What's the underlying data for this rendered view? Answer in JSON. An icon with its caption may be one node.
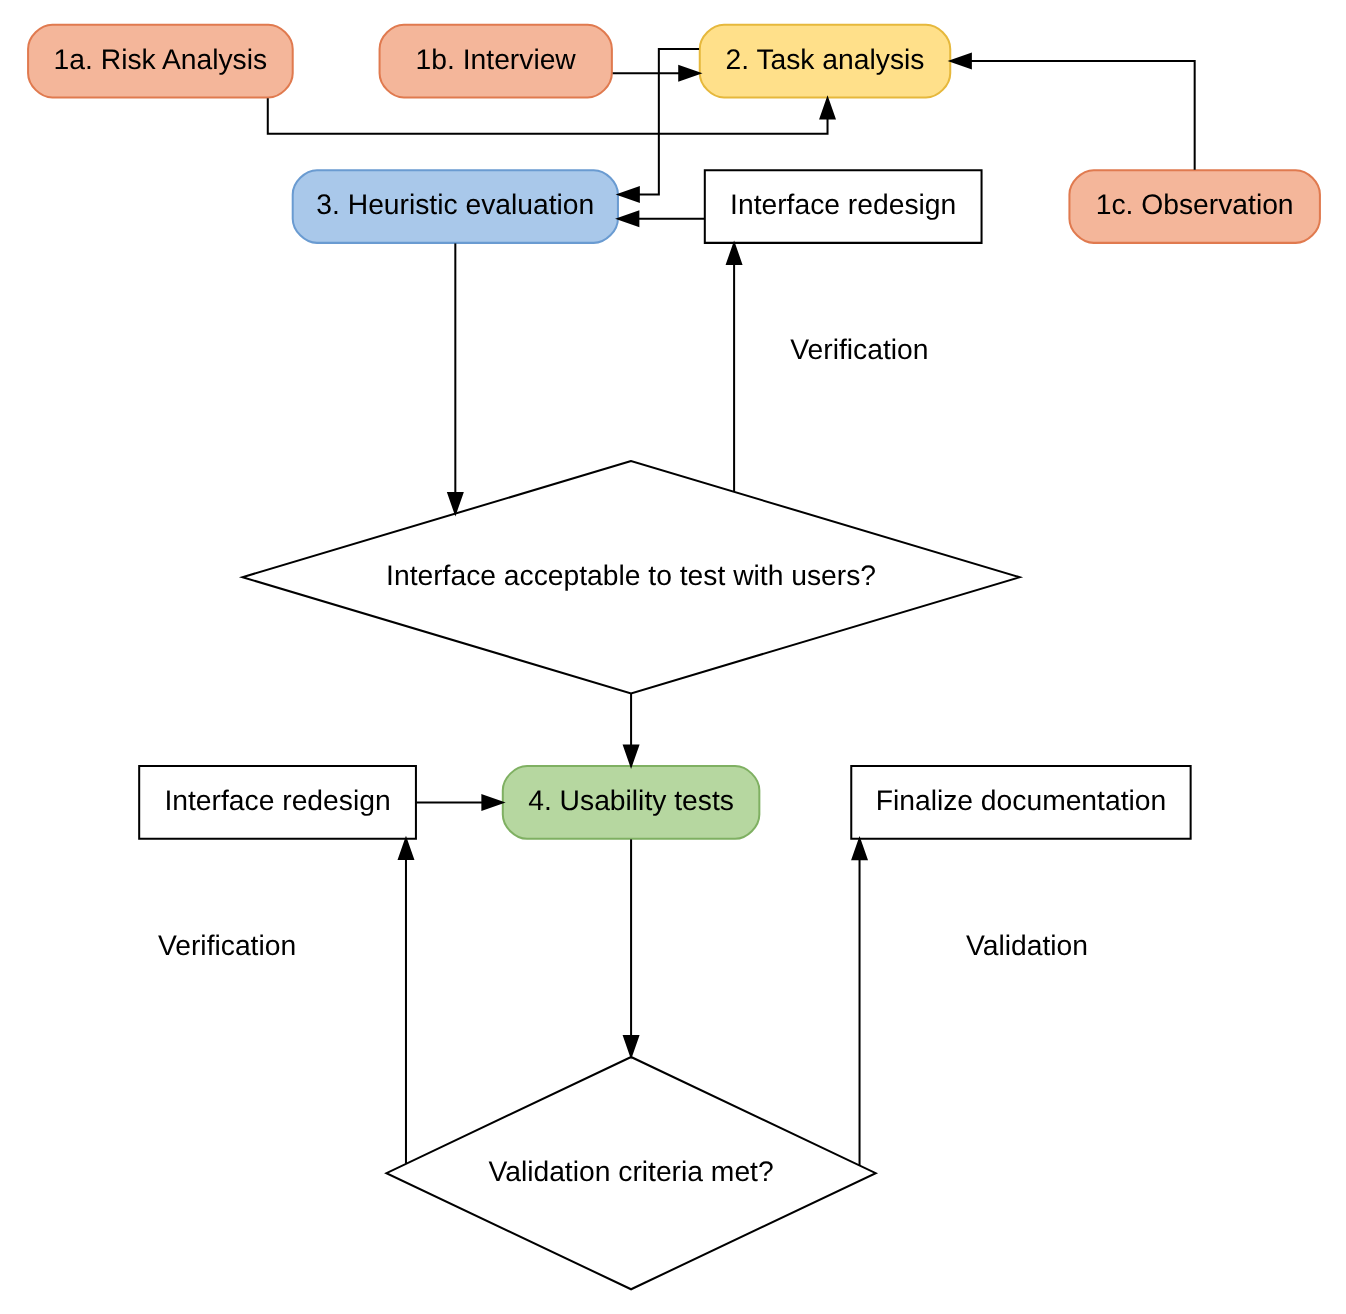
{
  "diagram": {
    "nodes": [
      {
        "text": [
          "1a. Risk Analysis"
        ]
      },
      {
        "text": [
          "2. Task analysis"
        ]
      },
      {
        "text": [
          "1b. Interview"
        ]
      },
      {
        "text": [
          "Interface redesign"
        ]
      },
      {
        "text": [
          "3. Heuristic evaluation"
        ]
      },
      {
        "text": [
          "1c. Observation"
        ]
      },
      {
        "text": [
          "Interface acceptable to test with users?"
        ]
      },
      {
        "text": [
          "Interface redesign"
        ]
      },
      {
        "text": [
          "4. Usability tests"
        ]
      },
      {
        "text": [
          "Finalize documentation"
        ]
      },
      {
        "text": [
          "Validation criteria met?"
        ]
      }
    ],
    "edges": [
      {
        "from": 0,
        "to": 1,
        "arrow": "to"
      },
      {
        "from": 2,
        "to": 1,
        "arrow": "to"
      },
      {
        "from": 5,
        "to": 1,
        "arrow": "to"
      },
      {
        "from": 1,
        "to": 4,
        "arrow": "to"
      },
      {
        "from": 3,
        "to": 4,
        "arrow": "to"
      },
      {
        "from": 4,
        "to": 6,
        "arrow": "to"
      },
      {
        "from": 6,
        "to": 3,
        "arrow": "to"
      },
      {
        "from": 6,
        "to": 8,
        "arrow": "to"
      },
      {
        "from": 7,
        "to": 8,
        "arrow": "to"
      },
      {
        "from": 8,
        "to": 10,
        "arrow": "to"
      },
      {
        "from": 10,
        "to": 7,
        "arrow": "to"
      },
      {
        "from": 10,
        "to": 9,
        "arrow": "to"
      }
    ],
    "labels": [
      "Verification",
      "Verification",
      "Validation"
    ]
  }
}
